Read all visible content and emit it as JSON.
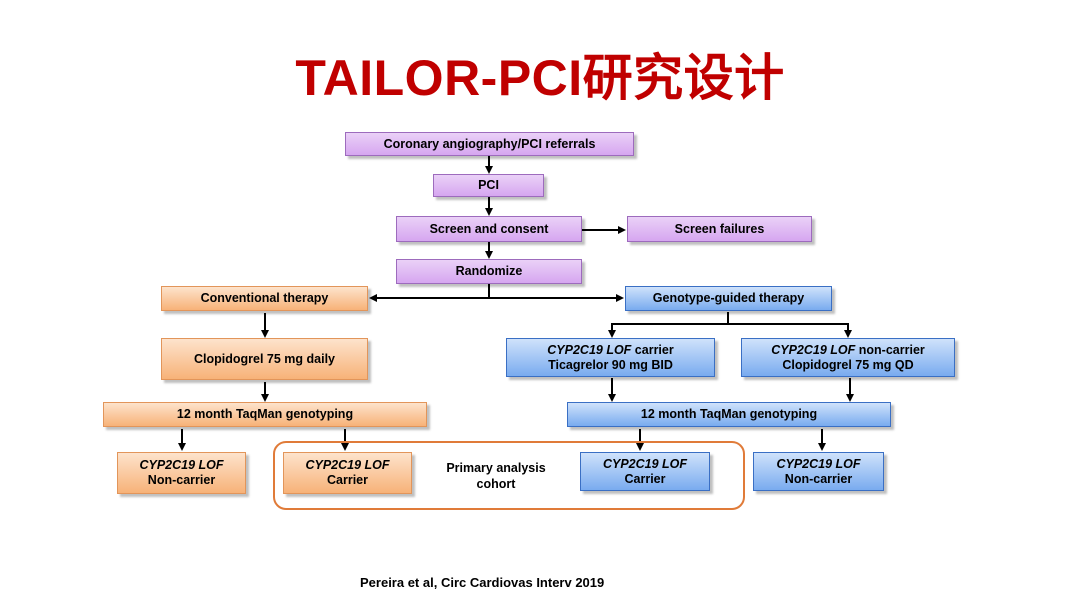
{
  "title": "TAILOR-PCI研究设计",
  "nodes": {
    "referrals": "Coronary angiography/PCI referrals",
    "pci": "PCI",
    "screen": "Screen and consent",
    "screen_fail": "Screen failures",
    "randomize": "Randomize",
    "conventional": "Conventional therapy",
    "genotype_guided": "Genotype-guided therapy",
    "clopidogrel_daily": "Clopidogrel 75 mg daily",
    "lof_carrier_l1_italic": "CYP2C19 LOF",
    "lof_carrier_l1_rest": " carrier",
    "lof_carrier_l2": "Ticagrelor 90 mg BID",
    "lof_noncarrier_l1_italic": "CYP2C19 LOF",
    "lof_noncarrier_l1_rest": " non-carrier",
    "lof_noncarrier_l2": "Clopidogrel 75 mg QD",
    "genotyping_left": "12 month TaqMan genotyping",
    "genotyping_right": "12 month TaqMan genotyping",
    "out1_l1": "CYP2C19 LOF",
    "out1_l2": "Non-carrier",
    "out2_l1": "CYP2C19 LOF",
    "out2_l2": "Carrier",
    "out3_l1": "CYP2C19 LOF",
    "out3_l2": "Carrier",
    "out4_l1": "CYP2C19 LOF",
    "out4_l2": "Non-carrier"
  },
  "cohort_label": "Primary analysis cohort",
  "citation": "Pereira et al, Circ Cardiovas Interv 2019",
  "colors": {
    "title": "#c00000",
    "purple_box": "#d6a6f0",
    "orange_box": "#f7b278",
    "blue_box": "#79abef",
    "cohort_outline": "#e07b39"
  }
}
